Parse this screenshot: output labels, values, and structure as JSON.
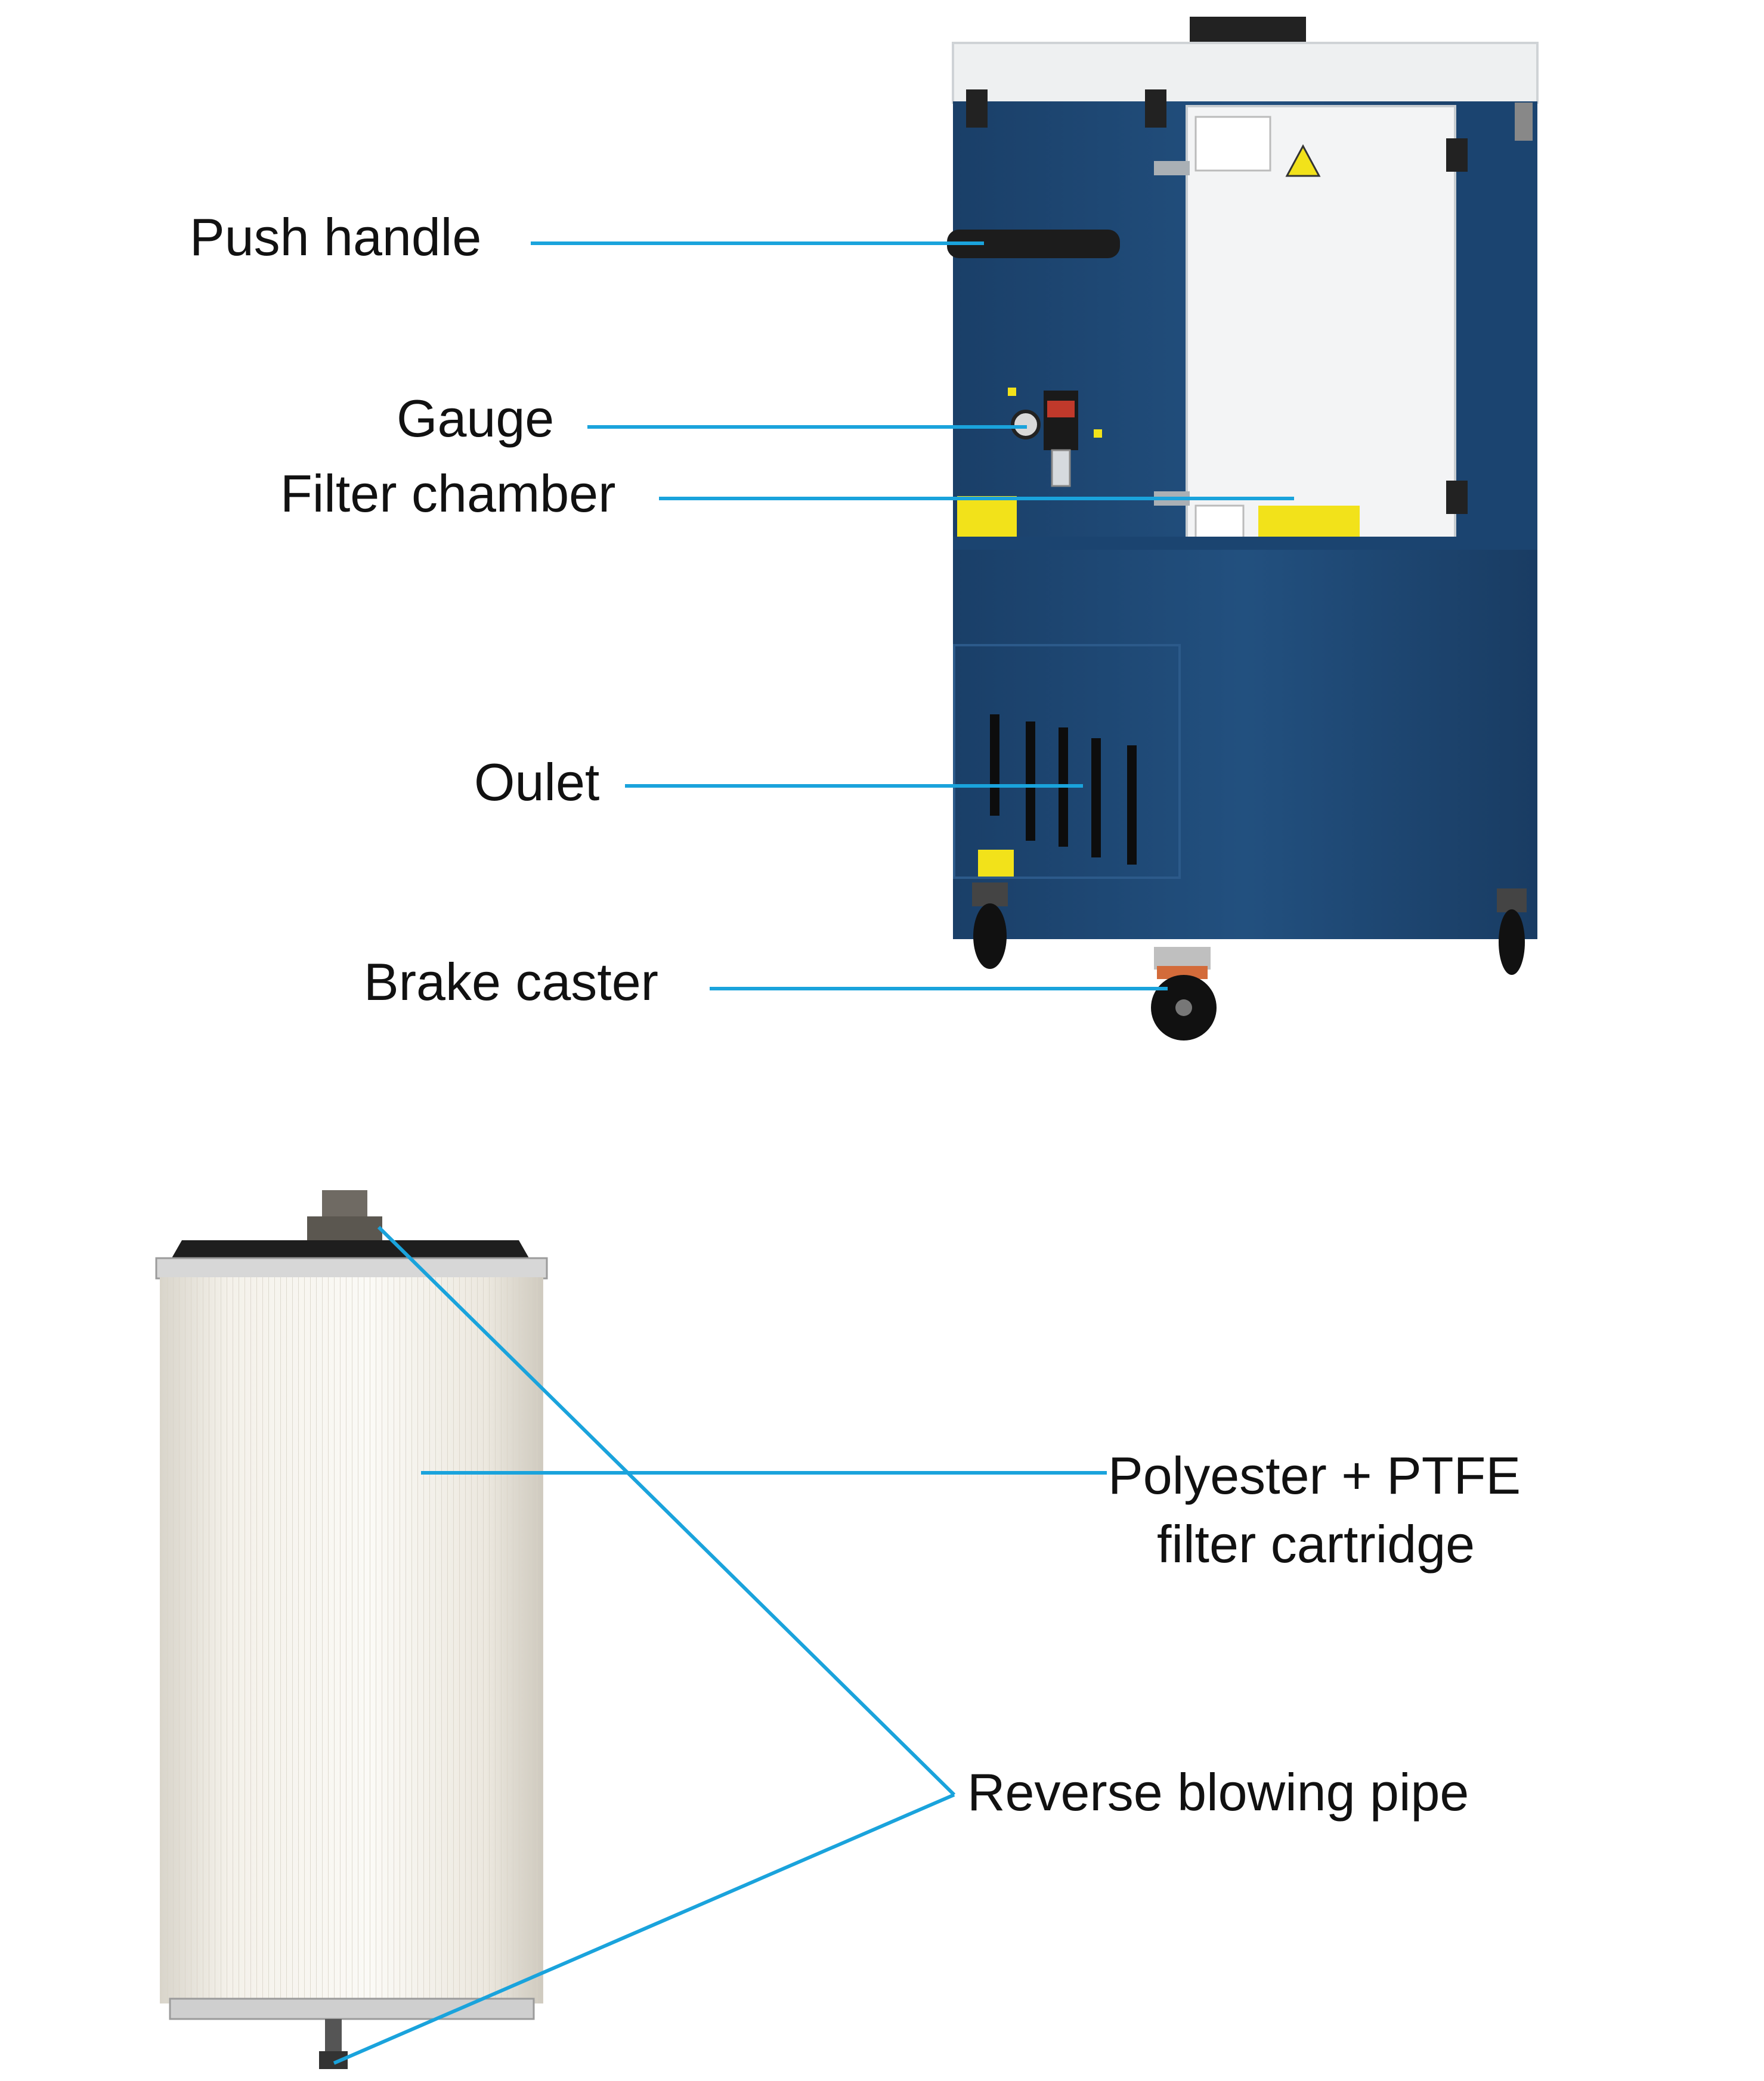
{
  "labels": {
    "push_handle": "Push handle",
    "gauge": "Gauge",
    "filter_chamber": "Filter chamber",
    "outlet": "Oulet",
    "brake_caster": "Brake caster",
    "cartridge_line1": "Polyester + PTFE",
    "cartridge_line2": "filter cartridge",
    "reverse_pipe": "Reverse blowing pipe"
  },
  "colors": {
    "cabinet_blue": "#1f4a78",
    "panel_white": "#f2f3f4",
    "leader_line": "#1aa3dc",
    "warning_yellow": "#f2e21a",
    "filter_cream": "#f1eee6"
  }
}
